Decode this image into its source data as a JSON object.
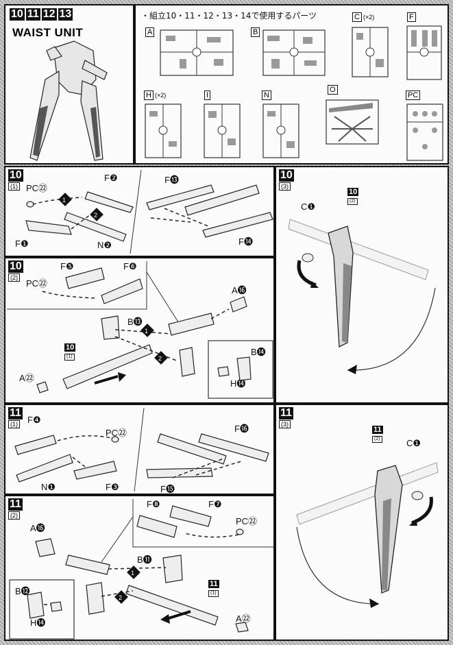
{
  "top": {
    "step_numbers": [
      "10",
      "11",
      "12",
      "13"
    ],
    "title": "WAIST UNIT",
    "parts_header": "・組立10・11・12・13・14で使用するパーツ",
    "runners": [
      {
        "label": "A",
        "mult": ""
      },
      {
        "label": "B",
        "mult": ""
      },
      {
        "label": "C",
        "mult": "(×2)"
      },
      {
        "label": "F",
        "mult": ""
      },
      {
        "label": "H",
        "mult": "(×2)"
      },
      {
        "label": "I",
        "mult": ""
      },
      {
        "label": "N",
        "mult": ""
      },
      {
        "label": "O",
        "mult": ""
      },
      {
        "label": "PC",
        "mult": ""
      }
    ]
  },
  "panels": {
    "p10_1": {
      "step": "10",
      "sub": "(1)",
      "labels": [
        "PC㉒",
        "F❷",
        "F⓭",
        "F❶",
        "N❷",
        "F⓮"
      ],
      "arrows": [
        "1",
        "2"
      ]
    },
    "p10_3": {
      "step": "10",
      "sub": "(3)",
      "labels": [
        "C❶"
      ],
      "ref_step": "10",
      "ref_sub": "(2)"
    },
    "p10_2": {
      "step": "10",
      "sub": "(2)",
      "labels": [
        "F❺",
        "F❻",
        "PC㉒",
        "A⓰",
        "B⓭",
        "B⓮",
        "A㉒",
        "H⓮"
      ],
      "ref_step": "10",
      "ref_sub": "(1)",
      "arrows": [
        "1",
        "2"
      ]
    },
    "p11_1": {
      "step": "11",
      "sub": "(1)",
      "labels": [
        "F❹",
        "PC㉒",
        "F⓰",
        "N❶",
        "F❸",
        "F⓯"
      ]
    },
    "p11_3": {
      "step": "11",
      "sub": "(3)",
      "labels": [
        "C❶"
      ],
      "ref_step": "11",
      "ref_sub": "(2)"
    },
    "p11_2": {
      "step": "11",
      "sub": "(2)",
      "labels": [
        "F❽",
        "F❼",
        "A⓰",
        "PC㉒",
        "B⓫",
        "B⓬",
        "H⓮",
        "A㉒"
      ],
      "ref_step": "11",
      "ref_sub": "(1)",
      "arrows": [
        "1",
        "2"
      ]
    }
  }
}
